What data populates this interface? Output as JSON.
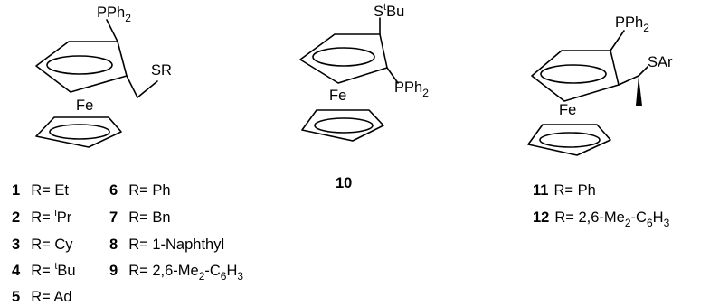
{
  "compound_a": {
    "pph2": "PPh",
    "pph2_sub": "2",
    "sr": "SR",
    "fe": "Fe",
    "list": [
      {
        "num": "1",
        "pre": "R= ",
        "sup": "",
        "post": "Et"
      },
      {
        "num": "2",
        "pre": "R= ",
        "sup": "i",
        "post": "Pr"
      },
      {
        "num": "3",
        "pre": "R= ",
        "sup": "",
        "post": "Cy"
      },
      {
        "num": "4",
        "pre": "R= ",
        "sup": "t",
        "post": "Bu"
      },
      {
        "num": "5",
        "pre": "R= ",
        "sup": "",
        "post": "Ad"
      }
    ],
    "list2": [
      {
        "num": "6",
        "text": "R= Ph"
      },
      {
        "num": "7",
        "text": "R= Bn"
      },
      {
        "num": "8",
        "text": "R= 1-Naphthyl"
      },
      {
        "num": "9",
        "pre": "R= 2,6-Me",
        "sub1": "2",
        "mid": "-C",
        "sub2": "6",
        "mid2": "H",
        "sub3": "3"
      }
    ]
  },
  "compound_b": {
    "s": "S",
    "s_sup": "t",
    "s_post": "Bu",
    "pph2": "PPh",
    "pph2_sub": "2",
    "fe": "Fe",
    "num": "10"
  },
  "compound_c": {
    "pph2": "PPh",
    "pph2_sub": "2",
    "sar": "SAr",
    "fe": "Fe",
    "list": [
      {
        "num": "11",
        "text": "R= Ph"
      },
      {
        "num": "12",
        "pre": "R= 2,6-Me",
        "sub1": "2",
        "mid": "-C",
        "sub2": "6",
        "mid2": "H",
        "sub3": "3"
      }
    ]
  }
}
